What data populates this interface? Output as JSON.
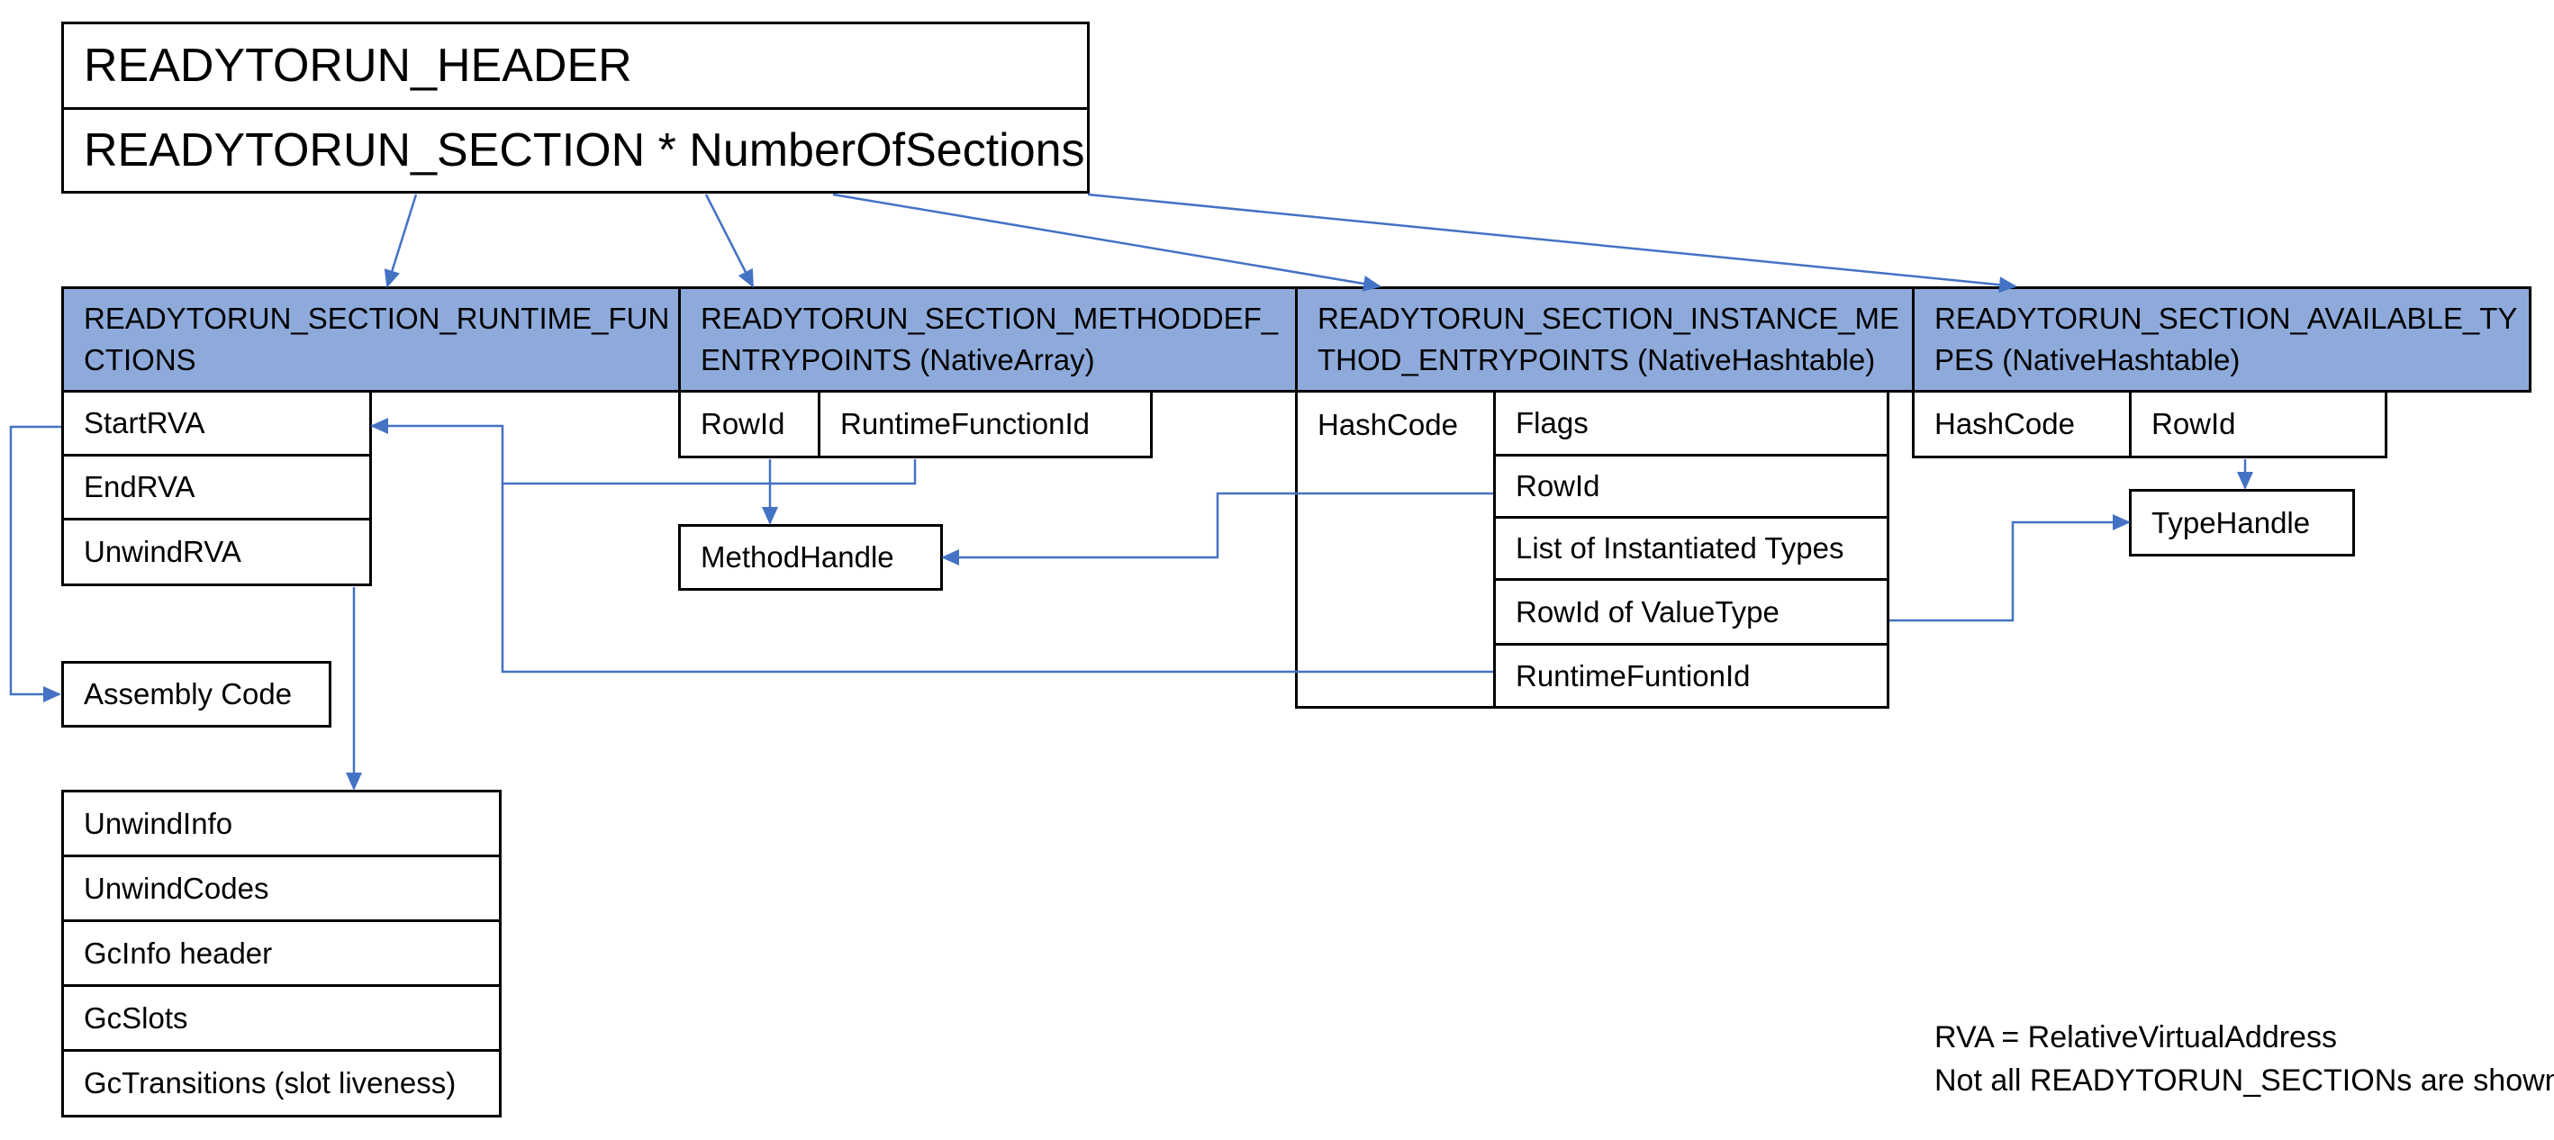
{
  "top": {
    "header": "READYTORUN_HEADER",
    "sections": "READYTORUN_SECTION * NumberOfSections"
  },
  "runtime_functions": {
    "title_line1": "READYTORUN_SECTION_RUNTIME_FUN",
    "title_line2": "CTIONS",
    "fields": [
      "StartRVA",
      "EndRVA",
      "UnwindRVA"
    ],
    "assembly": "Assembly Code",
    "unwind": [
      "UnwindInfo",
      "UnwindCodes",
      "GcInfo header",
      "GcSlots",
      "GcTransitions (slot liveness)"
    ]
  },
  "methoddef": {
    "title_line1": "READYTORUN_SECTION_METHODDEF_",
    "title_line2": "ENTRYPOINTS (NativeArray)",
    "rowid": "RowId",
    "runtime_function_id": "RuntimeFunctionId",
    "method_handle": "MethodHandle"
  },
  "instance": {
    "title_line1": "READYTORUN_SECTION_INSTANCE_ME",
    "title_line2": "THOD_ENTRYPOINTS (NativeHashtable)",
    "hashcode": "HashCode",
    "fields": [
      "Flags",
      "RowId",
      "List of Instantiated Types",
      "RowId of ValueType",
      "RuntimeFuntionId"
    ]
  },
  "available_types": {
    "title_line1": "READYTORUN_SECTION_AVAILABLE_TY",
    "title_line2": "PES (NativeHashtable)",
    "hashcode": "HashCode",
    "rowid": "RowId",
    "type_handle": "TypeHandle"
  },
  "notes": {
    "line1": "RVA = RelativeVirtualAddress",
    "line2": "Not all READYTORUN_SECTIONs are shown."
  },
  "colors": {
    "header_fill": "#8eaadb",
    "arrow": "#4472c4"
  }
}
